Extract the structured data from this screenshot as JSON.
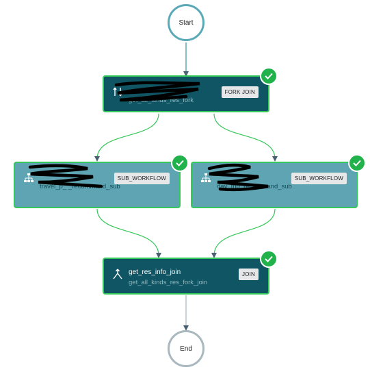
{
  "start": {
    "label": "Start"
  },
  "end": {
    "label": "End"
  },
  "nodes": {
    "fork": {
      "title": "",
      "subtitle": "get_all_kinds_res_fork",
      "badge": "FORK JOIN",
      "icon": "fork-icon",
      "status": "completed"
    },
    "sub_left": {
      "title": "",
      "subtitle": "travel_p_ _recommand_sub",
      "badge": "SUB_WORKFLOW",
      "icon": "hierarchy-icon",
      "status": "completed"
    },
    "sub_right": {
      "title": "",
      "subtitle": "day_trip_recommand_sub",
      "badge": "SUB_WORKFLOW",
      "icon": "hierarchy-icon",
      "status": "completed"
    },
    "join": {
      "title": "get_res_info_join",
      "subtitle": "get_all_kinds_res_fork_join",
      "badge": "JOIN",
      "icon": "join-icon",
      "status": "completed"
    }
  },
  "colors": {
    "dark_node": "#0f5563",
    "light_node": "#5ea4b2",
    "completed_border": "#34c759",
    "check": "#22b24c",
    "edge": "#34c759",
    "arrow": "#4a6070"
  }
}
